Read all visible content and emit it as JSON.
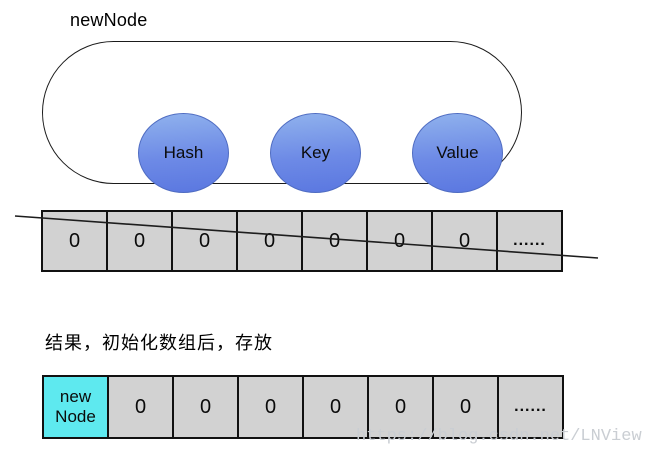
{
  "title": "newNode",
  "node": {
    "fields": [
      "Hash",
      "Key",
      "Value"
    ]
  },
  "array_top": {
    "cells": [
      "0",
      "0",
      "0",
      "0",
      "0",
      "0",
      "0",
      "......"
    ]
  },
  "caption": "结果，初始化数组后，存放",
  "array_bottom": {
    "cells": [
      "new Node",
      "0",
      "0",
      "0",
      "0",
      "0",
      "0",
      "......"
    ]
  },
  "watermark": "https://blog.csdn.net/LNView",
  "colors": {
    "ellipse_gradient_top": "#90b2ed",
    "ellipse_gradient_bottom": "#5a77e0",
    "cell_gray": "#d2d2d2",
    "cell_cyan": "#5ee9ef",
    "border_black": "#111111",
    "watermark_gray": "#caced3"
  }
}
